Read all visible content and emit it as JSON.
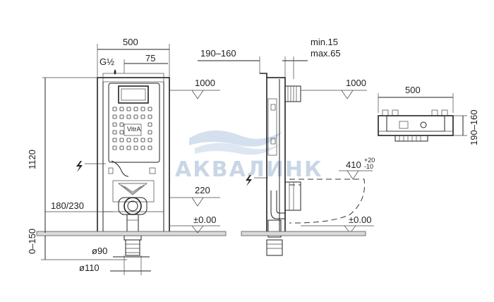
{
  "front_view": {
    "width_label": "500",
    "pipe_label": "G½",
    "offset_label": "75",
    "height_label": "1120",
    "level_1000": "1000",
    "level_220": "220",
    "level_zero": "±0.00",
    "side_label": "180/230",
    "floor_label": "0–150",
    "dia_90": "ø90",
    "dia_110": "ø110",
    "panel_brand": "VitrA"
  },
  "side_view": {
    "depth_label": "190–160",
    "min_label": "min.15",
    "max_label": "max.65",
    "level_1000": "1000",
    "bowl_label": "410",
    "bowl_tol_plus": "+20",
    "bowl_tol_minus": "-10",
    "level_zero": "±0.00"
  },
  "top_view": {
    "width_label": "500",
    "depth_label": "190–160"
  },
  "watermark": {
    "text": "АКВАЛИНК"
  },
  "icons": {
    "electric": "lightning-bolt-icon",
    "water": "water-drop-icon"
  }
}
